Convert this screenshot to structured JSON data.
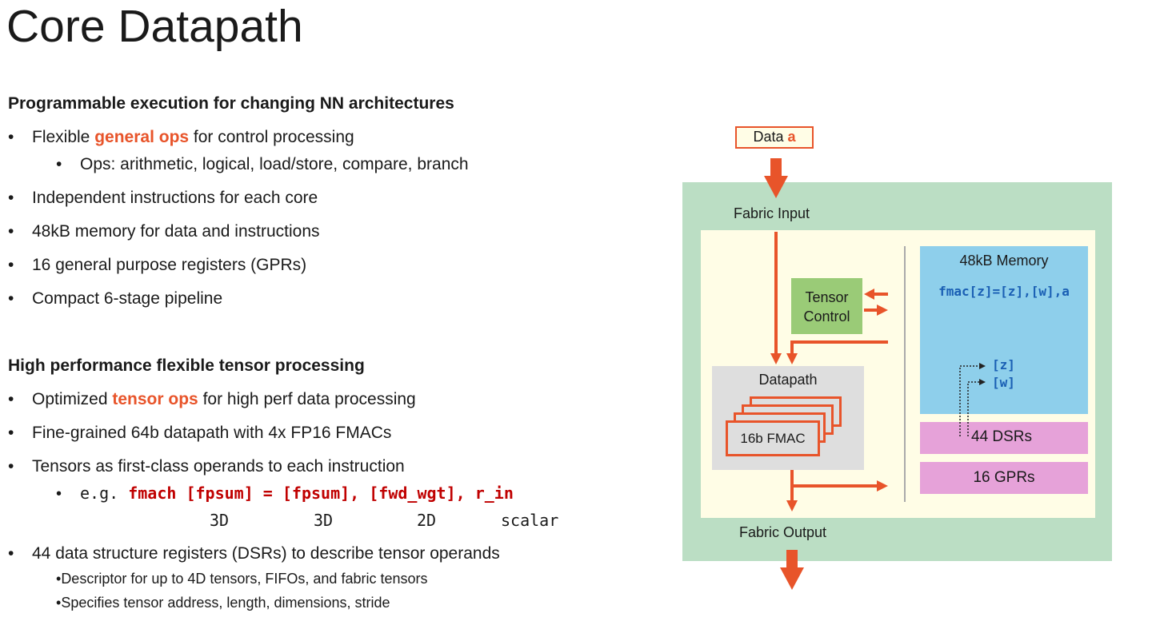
{
  "title": "Core Datapath",
  "sections": [
    {
      "heading": "Programmable execution for changing NN architectures",
      "bullets": [
        {
          "pre": "Flexible ",
          "highlight": "general ops",
          "post": " for control processing",
          "sub": [
            "Ops: arithmetic, logical, load/store, compare, branch"
          ]
        },
        {
          "text": "Independent instructions for each core"
        },
        {
          "text": "48kB memory for data and instructions"
        },
        {
          "text": "16 general purpose registers (GPRs)"
        },
        {
          "text": "Compact 6-stage pipeline"
        }
      ]
    },
    {
      "heading": "High performance flexible tensor processing",
      "bullets": [
        {
          "pre": "Optimized ",
          "highlight": "tensor ops",
          "post": " for high perf data processing"
        },
        {
          "text": "Fine-grained 64b datapath with 4x FP16 FMACs"
        },
        {
          "text": "Tensors as first-class operands to each instruction",
          "example": {
            "prefix": "e.g. ",
            "code": "fmach [fpsum] = [fpsum], [fwd_wgt], r_in",
            "dims": [
              "3D",
              "3D",
              "2D",
              "scalar"
            ]
          }
        },
        {
          "text": "44 data structure registers (DSRs) to describe tensor operands",
          "sub": [
            "Descriptor for up to 4D tensors, FIFOs, and fabric tensors",
            "Specifies tensor address, length, dimensions, stride"
          ]
        }
      ]
    }
  ],
  "diagram": {
    "data_in": {
      "label": "Data ",
      "var": "a"
    },
    "fabric_input": "Fabric Input",
    "fabric_output": "Fabric Output",
    "tensor_control": [
      "Tensor",
      "Control"
    ],
    "datapath": "Datapath",
    "fmac": "16b FMAC",
    "fmac_count": 4,
    "memory": {
      "title": "48kB Memory",
      "code": "fmac[z]=[z],[w],a",
      "regs": [
        "[z]",
        "[w]"
      ]
    },
    "dsrs": "44 DSRs",
    "gprs": "16 GPRs",
    "colors": {
      "accent": "#e8542a",
      "outer": "#bbdec4",
      "inner": "#fffde6",
      "memory": "#8ecfeb",
      "registers": "#e6a2d9",
      "tensor_control": "#9acb77",
      "datapath": "#dedede",
      "code": "#1a5fb4",
      "code_red": "#c00000"
    }
  }
}
